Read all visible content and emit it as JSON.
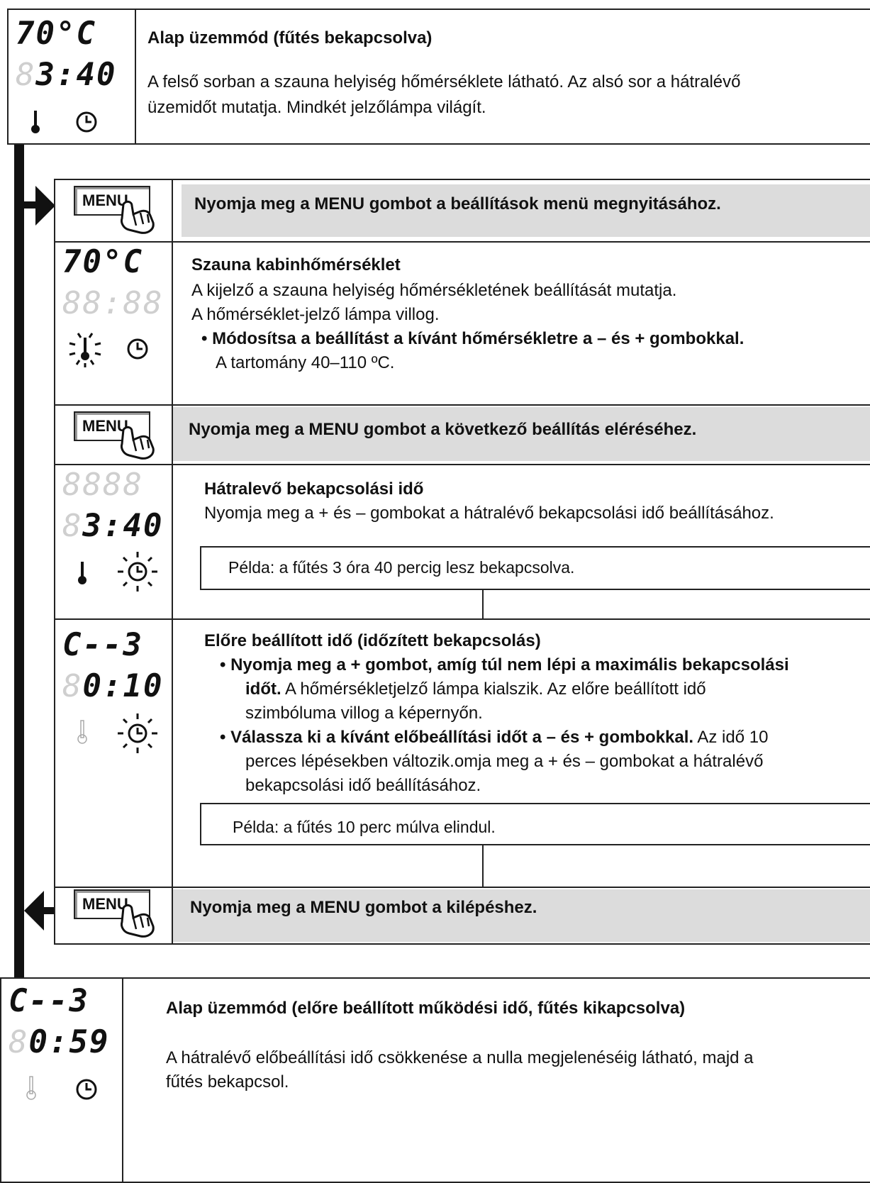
{
  "block1": {
    "display_top": "70°C",
    "display_bottom": "3:40",
    "title": "Alap üzemmód (fűtés bekapcsolva)",
    "body": "A felső sorban a szauna helyiség hőmérséklete látható. Az alsó sor a hátralévő üzemidőt mutatja. Mindkét jelzőlámpa világít."
  },
  "menu1": {
    "button_label": "MENU",
    "text": "Nyomja meg a MENU gombot a beállítások menü megnyitásához."
  },
  "temp": {
    "display_top": "70°C",
    "display_bottom": "88:88",
    "title": "Szauna kabinhőmérséklet",
    "line1": "A kijelző a szauna helyiség hőmérsékletének beállítását mutatja.",
    "line2": "A hőmérséklet-jelző lámpa villog.",
    "bullet": "• Módosítsa a beállítást a kívánt hőmérsékletre a – és + gombokkal.",
    "range": "A tartomány 40–110 ºC."
  },
  "menu2": {
    "button_label": "MENU",
    "text": "Nyomja meg a MENU gombot a következő beállítás eléréséhez."
  },
  "remaining": {
    "display_top": "8888",
    "display_bottom": "3:40",
    "title": "Hátralevő bekapcsolási idő",
    "line1": "Nyomja meg a + és – gombokat a hátralévő bekapcsolási idő beállításához.",
    "example": "Példa: a fűtés 3 óra 40 percig lesz bekapcsolva."
  },
  "preset": {
    "display_top": "C--3",
    "display_bottom": "0:10",
    "title": "Előre beállított idő (időzített bekapcsolás)",
    "bullet1_bold": "• Nyomja meg a + gombot, amíg túl nem lépi a maximális bekapcsolási",
    "bullet1_bold2": "időt.",
    "bullet1_rest": " A hőmérsékletjelző lámpa kialszik. Az előre beállított idő",
    "bullet1_rest2": "szimbóluma villog a képernyőn.",
    "bullet2_bold": "• Válassza ki a kívánt előbeállítási időt a – és + gombokkal.",
    "bullet2_rest": " Az idő 10",
    "bullet2_line2": "perces lépésekben változik.omja meg a + és – gombokat a hátralévő",
    "bullet2_line3": "bekapcsolási idő beállításához.",
    "example": "Példa: a fűtés 10 perc múlva elindul."
  },
  "menu3": {
    "button_label": "MENU",
    "text": "Nyomja meg a MENU gombot a kilépéshez."
  },
  "block_last": {
    "display_top": "C--3",
    "display_bottom": "0:59",
    "title": "Alap üzemmód (előre beállított működési idő, fűtés kikapcsolva)",
    "line1": "A hátralévő előbeállítási idő csökkenése a nulla megjelenéséig látható, majd a",
    "line2": "fűtés bekapcsol."
  },
  "colors": {
    "shade": "#dcdcdc",
    "ink": "#111111",
    "dim": "#cfcfcf"
  }
}
